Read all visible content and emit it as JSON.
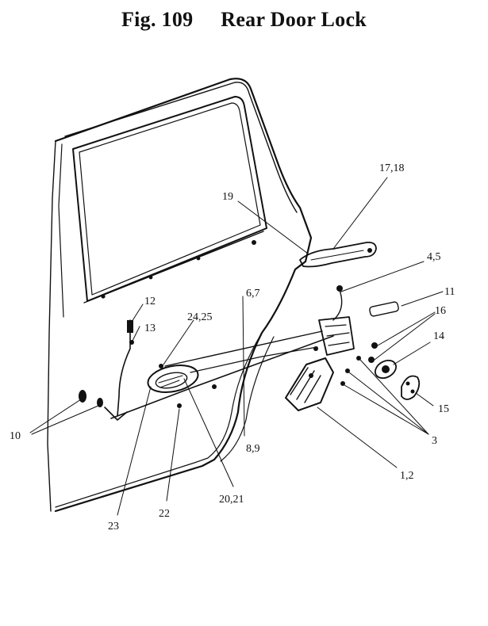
{
  "title": {
    "fig_number": "Fig. 109",
    "caption": "Rear Door Lock"
  },
  "callouts": [
    {
      "id": "c-17-18",
      "text": "17,18"
    },
    {
      "id": "c-19",
      "text": "19"
    },
    {
      "id": "c-4-5",
      "text": "4,5"
    },
    {
      "id": "c-11",
      "text": "11"
    },
    {
      "id": "c-12",
      "text": "12"
    },
    {
      "id": "c-13",
      "text": "13"
    },
    {
      "id": "c-24-25",
      "text": "24,25"
    },
    {
      "id": "c-6-7",
      "text": "6,7"
    },
    {
      "id": "c-16",
      "text": "16"
    },
    {
      "id": "c-14",
      "text": "14"
    },
    {
      "id": "c-15",
      "text": "15"
    },
    {
      "id": "c-10",
      "text": "10"
    },
    {
      "id": "c-8-9",
      "text": "8,9"
    },
    {
      "id": "c-3",
      "text": "3"
    },
    {
      "id": "c-1-2",
      "text": "1,2"
    },
    {
      "id": "c-20-21",
      "text": "20,21"
    },
    {
      "id": "c-22",
      "text": "22"
    },
    {
      "id": "c-23",
      "text": "23"
    }
  ]
}
